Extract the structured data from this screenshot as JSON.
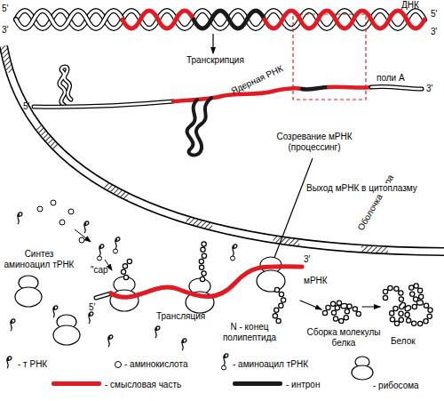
{
  "diagram": {
    "labels": [
      "5'",
      "3'",
      "ДНК",
      "5'",
      "3'",
      "Транскрипция",
      "5'",
      "Ядерная РНК",
      "поли А",
      "3'",
      "Созревание мРНК (процессинг)",
      "Оболочка ядра",
      "Выход мРНК в цитоплазму",
      "Синтез аминоацил тРНК",
      "\"cap\"",
      "5'",
      "3'",
      "мРНК",
      "Трансляция",
      "N - конец полипептида",
      "Сборка молекулы белка",
      "Белок"
    ],
    "legend": [
      {
        "text": "- т РНК"
      },
      {
        "text": "- аминокислота"
      },
      {
        "text": "- аминоацил тРНК"
      },
      {
        "text": "- рибосома"
      },
      {
        "text": "- смысловая часть",
        "color": "#e01b24"
      },
      {
        "text": "- интрон",
        "color": "#1a1a1a"
      }
    ]
  }
}
